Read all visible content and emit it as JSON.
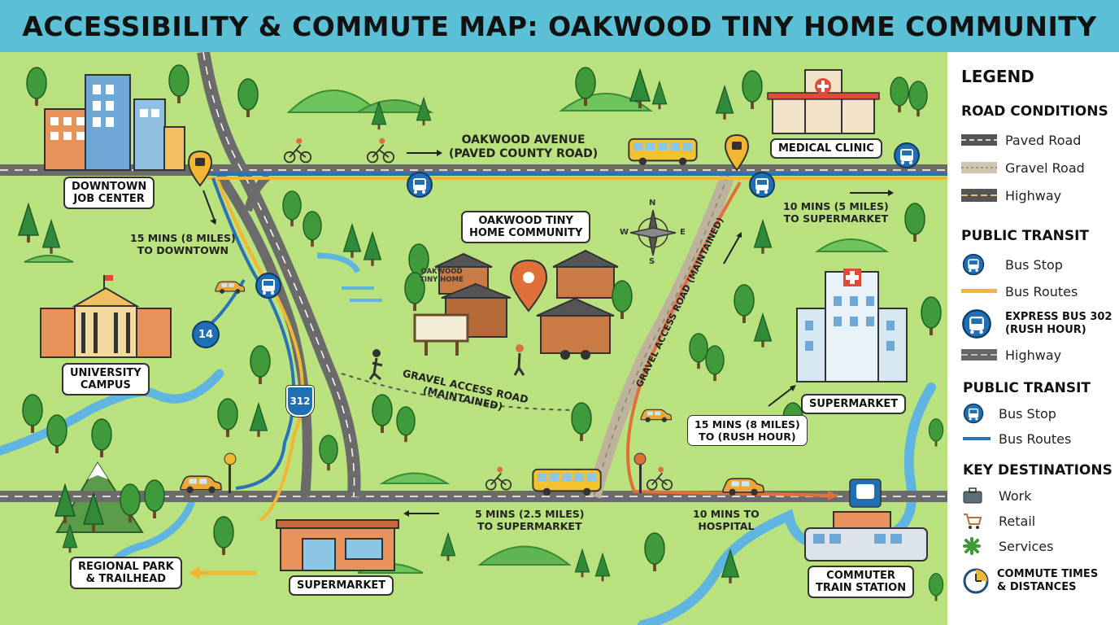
{
  "title": "ACCESSIBILITY & COMMUTE MAP: OAKWOOD TINY HOME COMMUNITY",
  "colors": {
    "title_bar": "#5bbfd6",
    "grass": "#b9e27e",
    "bus_route": "#f2b632",
    "express_route": "#2a72b8",
    "commute_arrow": "#e0703a",
    "road": "#6b6b6b",
    "gravel": "#bdb39c",
    "river": "#5fb4e0"
  },
  "map": {
    "labels": {
      "downtown": "DOWNTOWN\nJOB CENTER",
      "university": "UNIVERSITY\nCAMPUS",
      "regional_park": "REGIONAL PARK\n& TRAILHEAD",
      "supermarket_south": "SUPERMARKET",
      "community": "OAKWOOD TINY\nHOME COMMUNITY",
      "medical_clinic": "MEDICAL CLINIC",
      "supermarket_east": "SUPERMARKET",
      "train_station": "COMMUTER\nTRAIN STATION",
      "community_sign": "OAKWOOD\nTINY HOME"
    },
    "road_names": {
      "oakwood_avenue": "OAKWOOD AVENUE\n(PAVED COUNTY ROAD)",
      "gravel_road_west": "GRAVEL ACCESS ROAD\n(MAINTAINED)",
      "gravel_road_east": "GRAVEL ACCESS ROAD (MAINTAINED)"
    },
    "route_shields": {
      "route_14": "14",
      "interstate": "312"
    },
    "commutes": {
      "to_downtown": "15 MINS (8 MILES)\nTO DOWNTOWN",
      "to_supermarket_east": "10 MINS (5 MILES)\nTO SUPERMARKET",
      "to_rush_hour": "15 MINS (8 MILES)\nTO (RUSH HOUR)",
      "to_supermarket_south": "5 MINS (2.5 MILES)\nTO SUPERMARKET",
      "to_hospital": "10 MINS TO\nHOSPITAL"
    },
    "compass": {
      "n": "N",
      "s": "S",
      "e": "E",
      "w": "W"
    }
  },
  "legend": {
    "heading": "LEGEND",
    "road_conditions": {
      "heading": "ROAD CONDITIONS",
      "items": [
        {
          "label": "Paved Road",
          "icon": "paved-road-swatch"
        },
        {
          "label": "Gravel Road",
          "icon": "gravel-road-swatch"
        },
        {
          "label": "Highway",
          "icon": "highway-swatch"
        }
      ]
    },
    "public_transit_1": {
      "heading": "PUBLIC TRANSIT",
      "items": [
        {
          "label": "Bus Stop",
          "icon": "bus-stop-icon"
        },
        {
          "label": "Bus Routes",
          "icon": "bus-route-line"
        },
        {
          "label": "EXPRESS BUS 302\n(RUSH HOUR)",
          "icon": "express-bus-icon"
        },
        {
          "label": "Highway",
          "icon": "highway-swatch"
        }
      ]
    },
    "public_transit_2": {
      "heading": "PUBLIC TRANSIT",
      "items": [
        {
          "label": "Bus Stop",
          "icon": "bus-stop-icon"
        },
        {
          "label": "Bus Routes",
          "icon": "bus-route-line"
        }
      ]
    },
    "key_destinations": {
      "heading": "KEY DESTINATIONS",
      "items": [
        {
          "label": "Work",
          "icon": "briefcase-icon"
        },
        {
          "label": "Retail",
          "icon": "shopping-cart-icon"
        },
        {
          "label": "Services",
          "icon": "services-icon"
        },
        {
          "label": "COMMUTE TIMES\n& DISTANCES",
          "icon": "clock-icon"
        }
      ]
    }
  }
}
